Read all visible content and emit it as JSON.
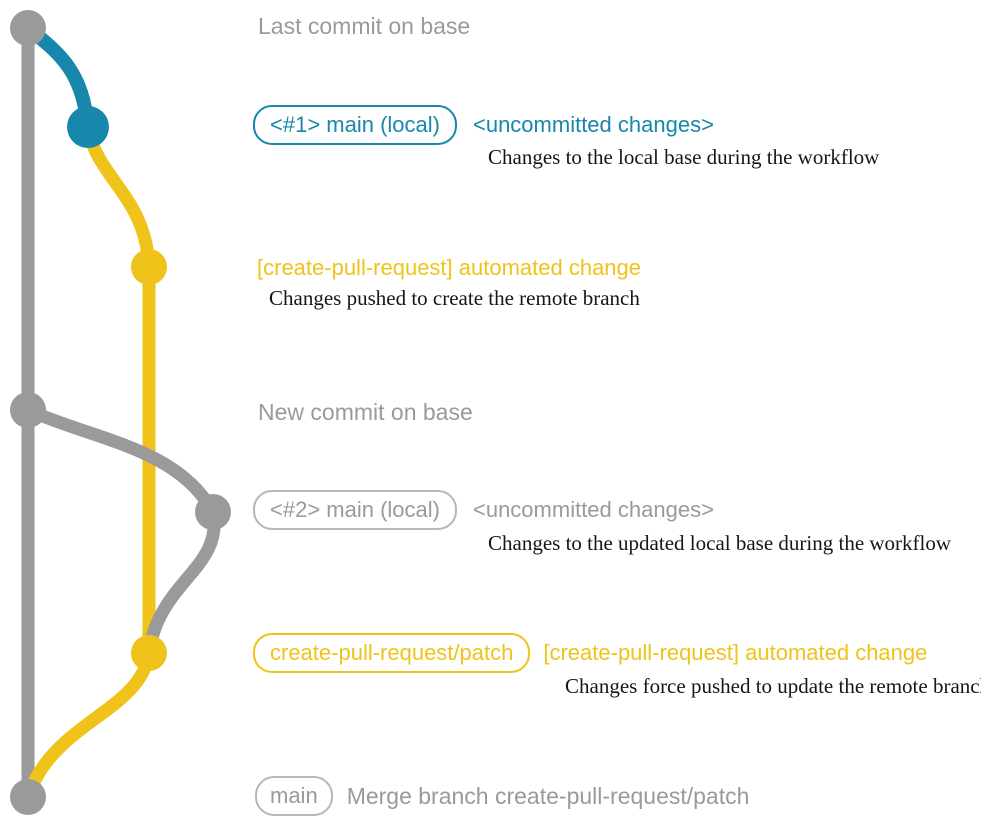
{
  "colors": {
    "gray": "#9a9a9a",
    "teal": "#1787ab",
    "yellow": "#efc319",
    "description_text": "#161616",
    "badge_border_gray": "#b7b7b7"
  },
  "graph": {
    "base_branch": "base (gray line)",
    "local_branch_1": "main local #1 (teal)",
    "remote_branch": "create-pull-request/patch (yellow)",
    "local_branch_2": "main local #2 (gray)"
  },
  "annotations": {
    "last_commit_label": "Last commit on base",
    "row1": {
      "branch_badge": "<#1> main (local)",
      "status": "<uncommitted changes>",
      "description": "Changes to the local base during the workflow"
    },
    "row2": {
      "commit_message": "[create-pull-request] automated change",
      "description": "Changes pushed to create the remote branch"
    },
    "new_commit_label": "New commit on base",
    "row3": {
      "branch_badge": "<#2> main (local)",
      "status": "<uncommitted changes>",
      "description": "Changes to the updated local base during the workflow"
    },
    "row4": {
      "branch_badge": "create-pull-request/patch",
      "commit_message": "[create-pull-request] automated change",
      "description": "Changes force pushed to update the remote branch"
    },
    "row5": {
      "branch_badge": "main",
      "commit_message": "Merge branch create-pull-request/patch"
    }
  }
}
